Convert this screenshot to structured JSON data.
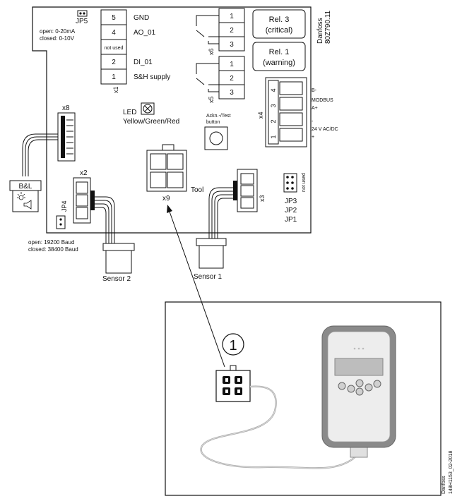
{
  "board": {
    "jp5": "JP5",
    "jp5_open": "open: 0-20mA",
    "jp5_closed": "closed: 0-10V",
    "x1": {
      "label": "x1",
      "rows": [
        {
          "pin": "5",
          "name": "GND"
        },
        {
          "pin": "4",
          "name": "AO_01"
        },
        {
          "pin": "not used",
          "name": ""
        },
        {
          "pin": "2",
          "name": "DI_01"
        },
        {
          "pin": "1",
          "name": "S&H supply"
        }
      ]
    },
    "x6": {
      "label": "x6",
      "pins": [
        "1",
        "2",
        "3"
      ]
    },
    "x5": {
      "label": "x5",
      "pins": [
        "1",
        "2",
        "3"
      ]
    },
    "rel3": {
      "line1": "Rel. 3",
      "line2": "(critical)"
    },
    "rel1": {
      "line1": "Rel. 1",
      "line2": "(warning)"
    },
    "danfoss_code": {
      "line1": "Danfoss",
      "line2": "80Z790.11"
    },
    "x4": {
      "label": "x4",
      "pins": [
        "4",
        "3",
        "2",
        "1"
      ],
      "labels": {
        "b_minus": "B-",
        "modbus": "MODBUS",
        "a_plus": "A+",
        "minus": "-",
        "supply": "24 V AC/DC",
        "plus": "+"
      }
    },
    "x8": "x8",
    "led": {
      "label": "LED",
      "colors": "Yellow/Green/Red"
    },
    "ackn": {
      "line1": "Ackn.-/Test",
      "line2": "button"
    },
    "x2": "x2",
    "x9": {
      "label": "x9",
      "tool": "Tool"
    },
    "x3": "x3",
    "jp_group": {
      "not_used": "not used",
      "jp3": "JP3",
      "jp2": "JP2",
      "jp1": "JP1"
    },
    "jp4": "JP4",
    "baud_open": "open: 19200 Baud",
    "baud_closed": "closed: 38400 Baud",
    "bl": "B&L",
    "sensor2": "Sensor 2",
    "sensor1": "Sensor 1"
  },
  "inset": {
    "callout": "1",
    "doc_ref": {
      "line1": "Danfoss",
      "line2": "148H1153_02-2018"
    }
  }
}
